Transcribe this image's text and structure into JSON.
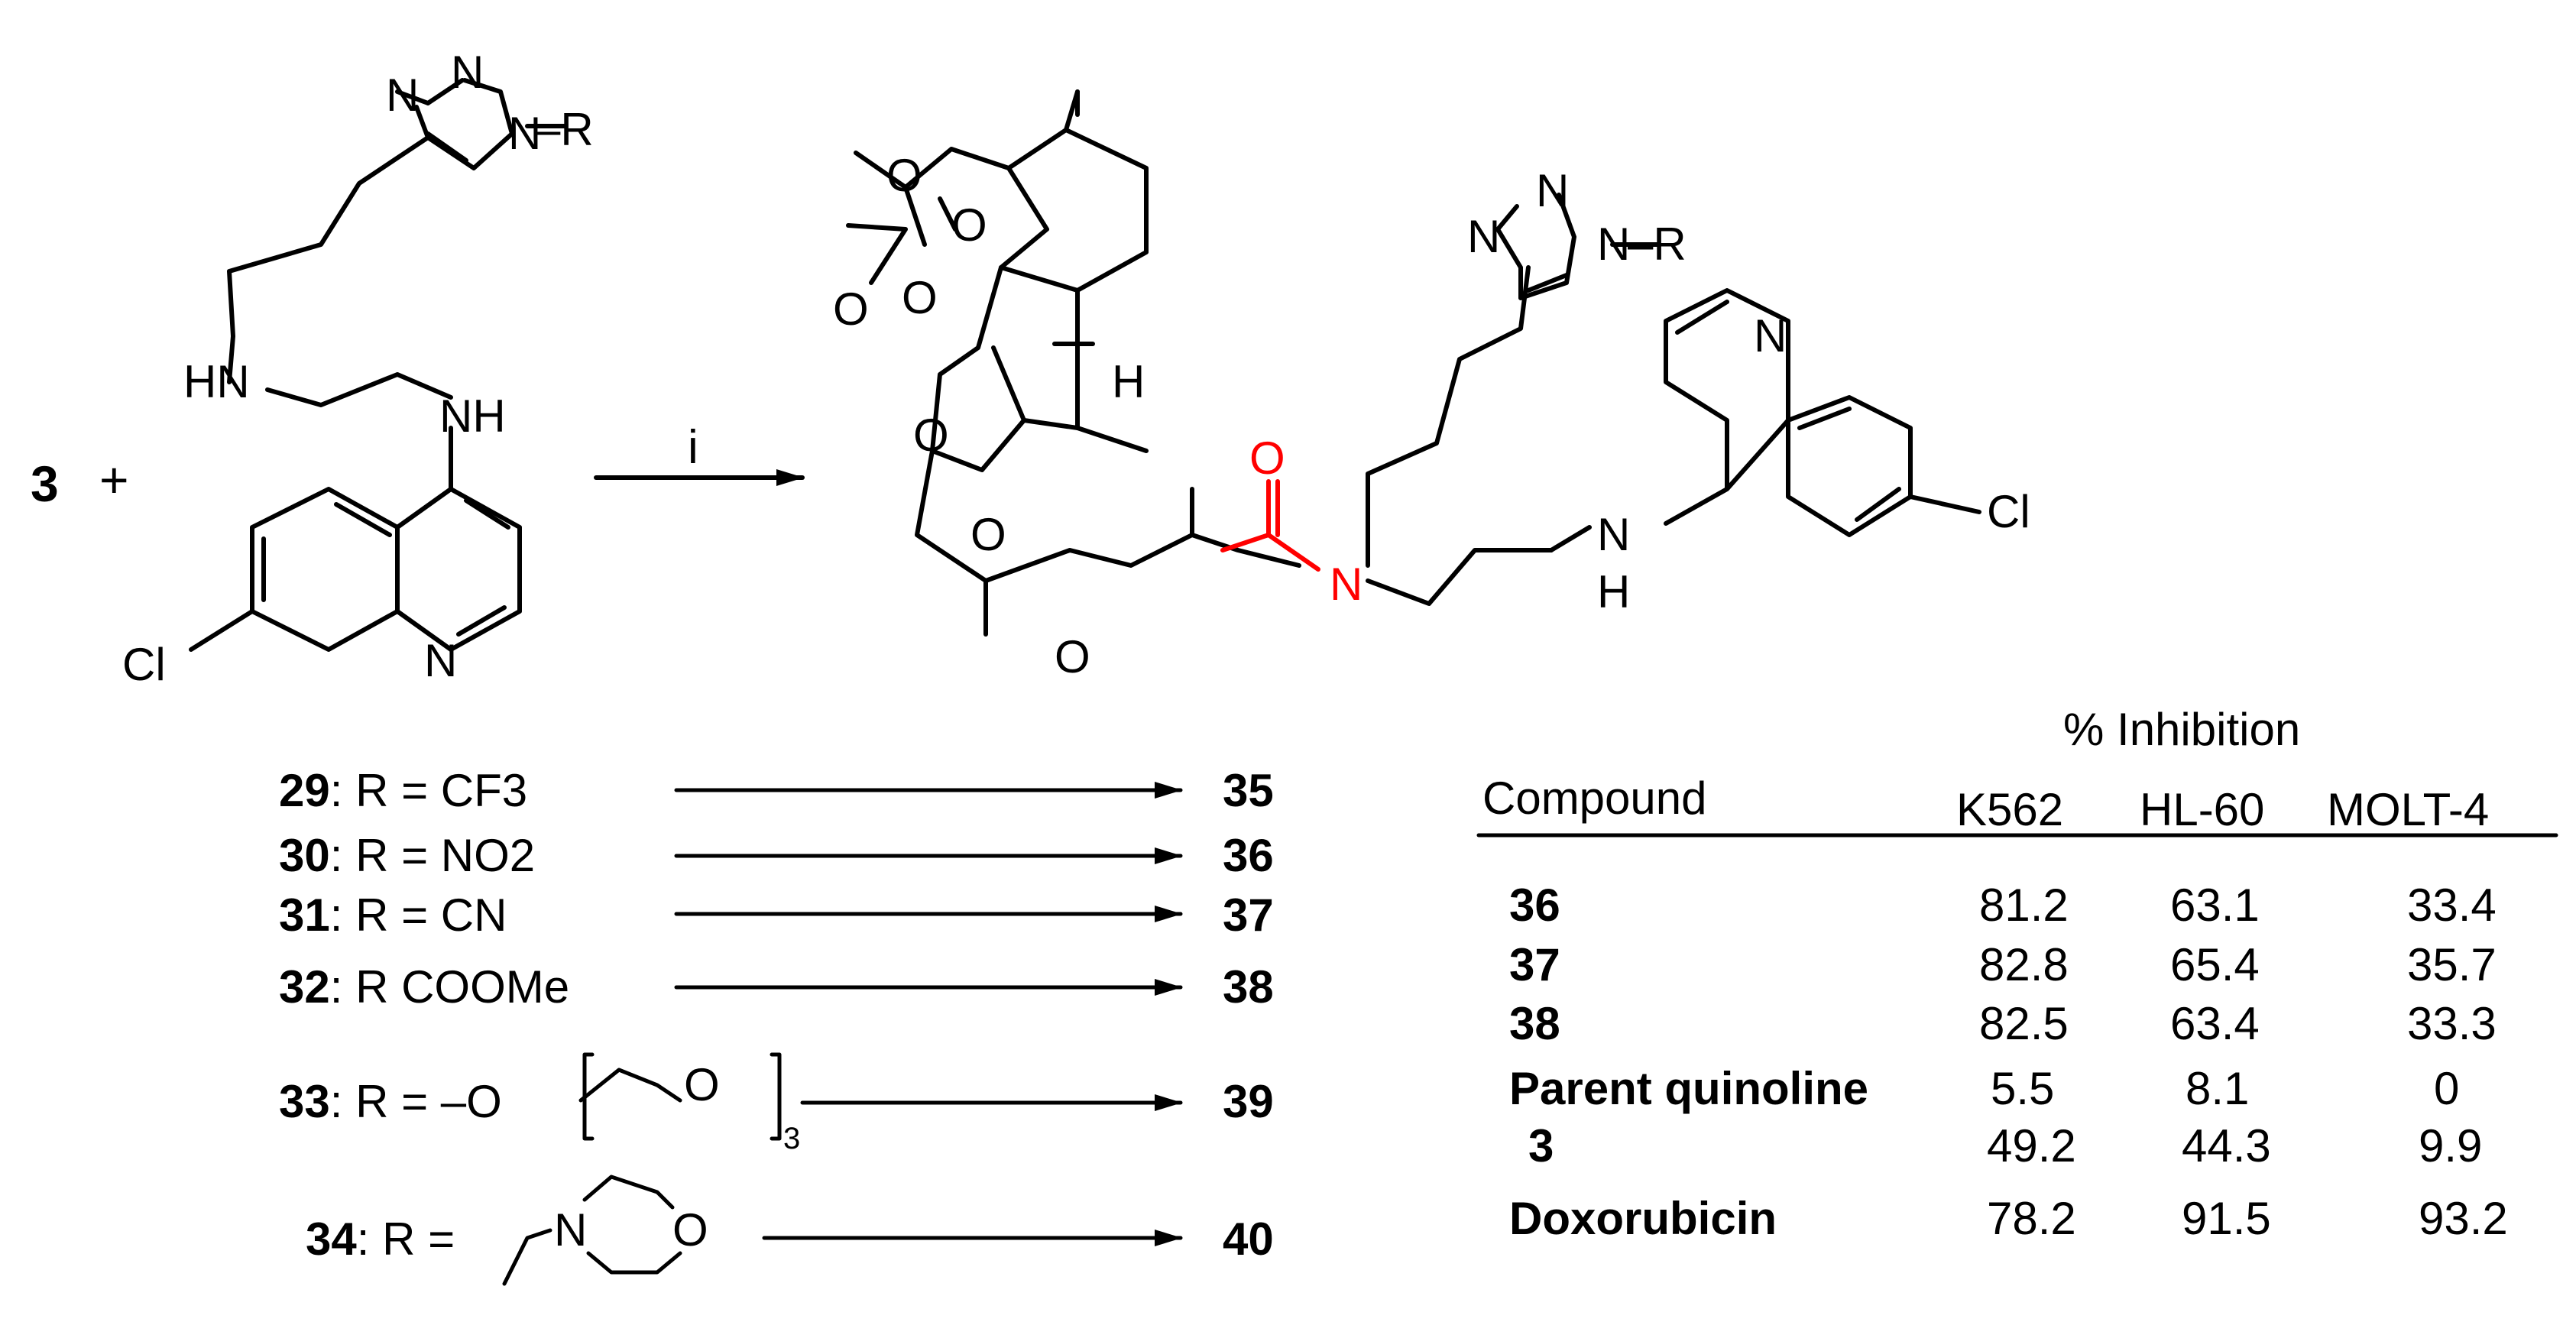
{
  "reactant_left": {
    "compound": "3",
    "plus": "+"
  },
  "amine": {
    "triazole_N1": "N",
    "triazole_N2": "N",
    "triazole_N3": "N",
    "triazole_R": "–R",
    "amine_HN": "HN",
    "amine_NH": "NH",
    "ring_N": "N",
    "chloro": "Cl"
  },
  "arrow_label": "i",
  "product": {
    "peroxide_O1": "O",
    "peroxide_O2": "O",
    "ring_O1": "O",
    "ring_O2": "O",
    "ester_O": "O",
    "carbonyl_O1": "O",
    "amide_O": "O",
    "amide_N": "N",
    "H_label": "H",
    "triazole_N1": "N",
    "triazole_N2": "N",
    "triazole_N3": "N",
    "triazole_R": "–R",
    "quinoline_N": "N",
    "NH_N": "N",
    "NH_H": "H",
    "chloro": "Cl",
    "highlight_color": "#ff0000"
  },
  "series": [
    {
      "num": "29",
      "text": ": R = CF3",
      "product": "35"
    },
    {
      "num": "30",
      "text": ": R = NO2",
      "product": "36"
    },
    {
      "num": "31",
      "text": ": R = CN",
      "product": "37"
    },
    {
      "num": "32",
      "text": ": R COOMe",
      "product": "38"
    },
    {
      "num": "33",
      "text": ": R = –O",
      "peg_O": "O",
      "peg_n": "3",
      "product": "39"
    },
    {
      "num": "34",
      "text": ": R = ",
      "morph_N": "N",
      "morph_O": "O",
      "product": "40"
    }
  ],
  "table": {
    "group_header": "% Inhibition",
    "columns": [
      "Compound",
      "K562",
      "HL-60",
      "MOLT-4"
    ],
    "rows": [
      {
        "compound": "36",
        "k562": "81.2",
        "hl60": "63.1",
        "molt4": "33.4"
      },
      {
        "compound": "37",
        "k562": "82.8",
        "hl60": "65.4",
        "molt4": "35.7"
      },
      {
        "compound": "38",
        "k562": "82.5",
        "hl60": "63.4",
        "molt4": "33.3"
      },
      {
        "compound": "Parent quinoline",
        "k562": "5.5",
        "hl60": "8.1",
        "molt4": "0"
      },
      {
        "compound": "3",
        "k562": "49.2",
        "hl60": "44.3",
        "molt4": "9.9"
      },
      {
        "compound": "Doxorubicin",
        "k562": "78.2",
        "hl60": "91.5",
        "molt4": "93.2"
      }
    ]
  }
}
